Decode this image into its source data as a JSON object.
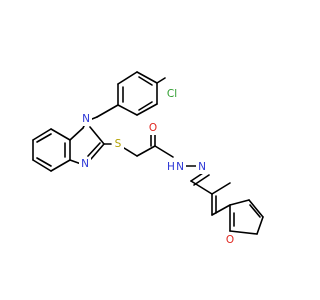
{
  "atoms": {
    "cl": {
      "text": "Cl",
      "color": "#2e9e2e"
    },
    "n_ring": {
      "text": "N",
      "color": "#2b35d6"
    },
    "n_imid": {
      "text": "N",
      "color": "#2b35d6"
    },
    "s": {
      "text": "S",
      "color": "#b3a100"
    },
    "o_carbonyl": {
      "text": "O",
      "color": "#e0261f"
    },
    "nh": {
      "text": "N",
      "color": "#2b35d6"
    },
    "h": {
      "text": "H",
      "color": "#2b35d6"
    },
    "n_imine": {
      "text": "N",
      "color": "#2b35d6"
    },
    "o_furan": {
      "text": "O",
      "color": "#e0261f"
    }
  }
}
